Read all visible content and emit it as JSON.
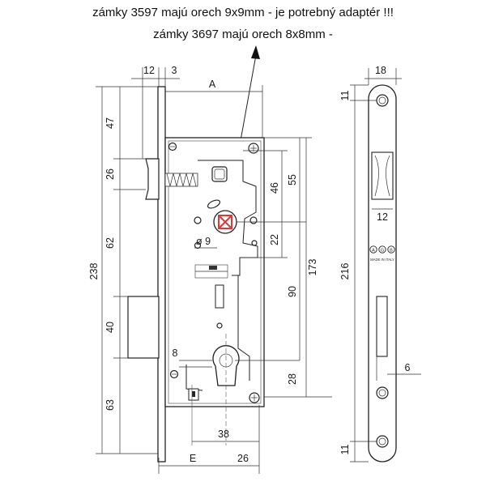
{
  "notes": {
    "line1": "zámky 3597 majú orech 9x9mm - je potrebný adaptér !!!",
    "line2": "zámky 3697 majú orech 8x8mm -"
  },
  "accent_color": "#d93a3a",
  "dimensions": {
    "d12_top": "12",
    "d3_top": "3",
    "dA": "A",
    "d47": "47",
    "d26": "26",
    "d62": "62",
    "d238": "238",
    "d40": "40",
    "d63": "63",
    "d46": "46",
    "d55": "55",
    "d22": "22",
    "d173": "173",
    "d90": "90",
    "d28": "28",
    "d8": "8",
    "d38": "38",
    "dE": "E",
    "d26_bottom": "26",
    "d_phi9": "ø 9",
    "d18": "18",
    "d11_top": "11",
    "d12_plate": "12",
    "d216": "216",
    "d6": "6",
    "d11_bottom": "11"
  },
  "plate_markings": {
    "brand": "AGB",
    "made_in": "MADE IN ITALY"
  }
}
